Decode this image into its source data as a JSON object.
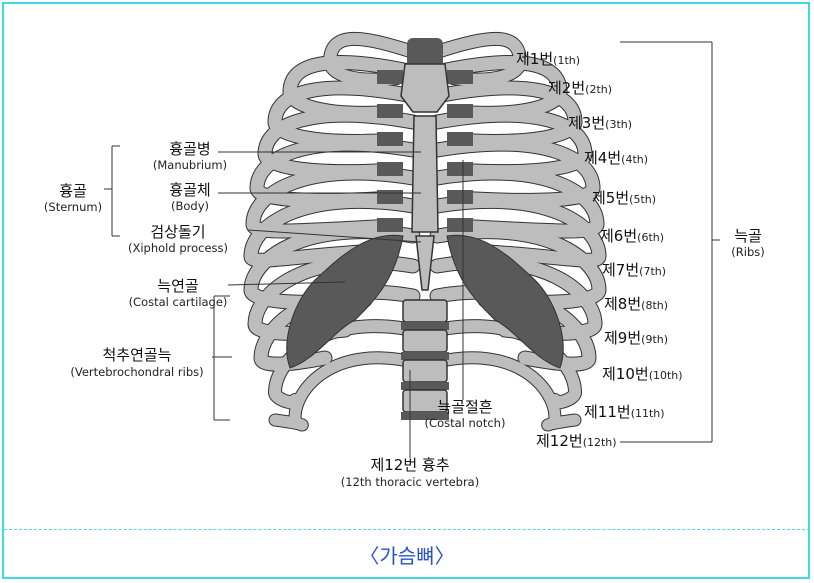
{
  "caption": "〈가슴뼈〉",
  "left_labels": {
    "manubrium": {
      "ko": "흉골병",
      "en": "(Manubrium)"
    },
    "body": {
      "ko": "흉골체",
      "en": "(Body)"
    },
    "xiphoid": {
      "ko": "검상돌기",
      "en": "(Xiphold process)"
    },
    "costal_cartilage": {
      "ko": "늑연골",
      "en": "(Costal cartilage)"
    },
    "vertebrochondral": {
      "ko": "척추연골늑",
      "en": "(Vertebrochondral ribs)"
    },
    "sternum": {
      "ko": "흉골",
      "en": "(Sternum)"
    }
  },
  "bottom_labels": {
    "costal_notch": {
      "ko": "늑골절흔",
      "en": "(Costal notch)"
    },
    "thoracic_vertebra": {
      "ko": "제12번 흉추",
      "en": "(12th thoracic vertebra)"
    }
  },
  "right_labels": {
    "ribs": {
      "ko": "늑골",
      "en": "(Ribs)"
    },
    "items": [
      {
        "ko": "제1번",
        "num": "(1th)"
      },
      {
        "ko": "제2번",
        "num": "(2th)"
      },
      {
        "ko": "제3번",
        "num": "(3th)"
      },
      {
        "ko": "제4번",
        "num": "(4th)"
      },
      {
        "ko": "제5번",
        "num": "(5th)"
      },
      {
        "ko": "제6번",
        "num": "(6th)"
      },
      {
        "ko": "제7번",
        "num": "(7th)"
      },
      {
        "ko": "제8번",
        "num": "(8th)"
      },
      {
        "ko": "제9번",
        "num": "(9th)"
      },
      {
        "ko": "제10번",
        "num": "(10th)"
      },
      {
        "ko": "제11번",
        "num": "(11th)"
      },
      {
        "ko": "제12번",
        "num": "(12th)"
      }
    ]
  },
  "colors": {
    "frame": "#3fd9e6",
    "caption": "#2a52c8",
    "bone_light": "#bdbdbd",
    "bone_dark": "#595959",
    "outline": "#333333"
  }
}
